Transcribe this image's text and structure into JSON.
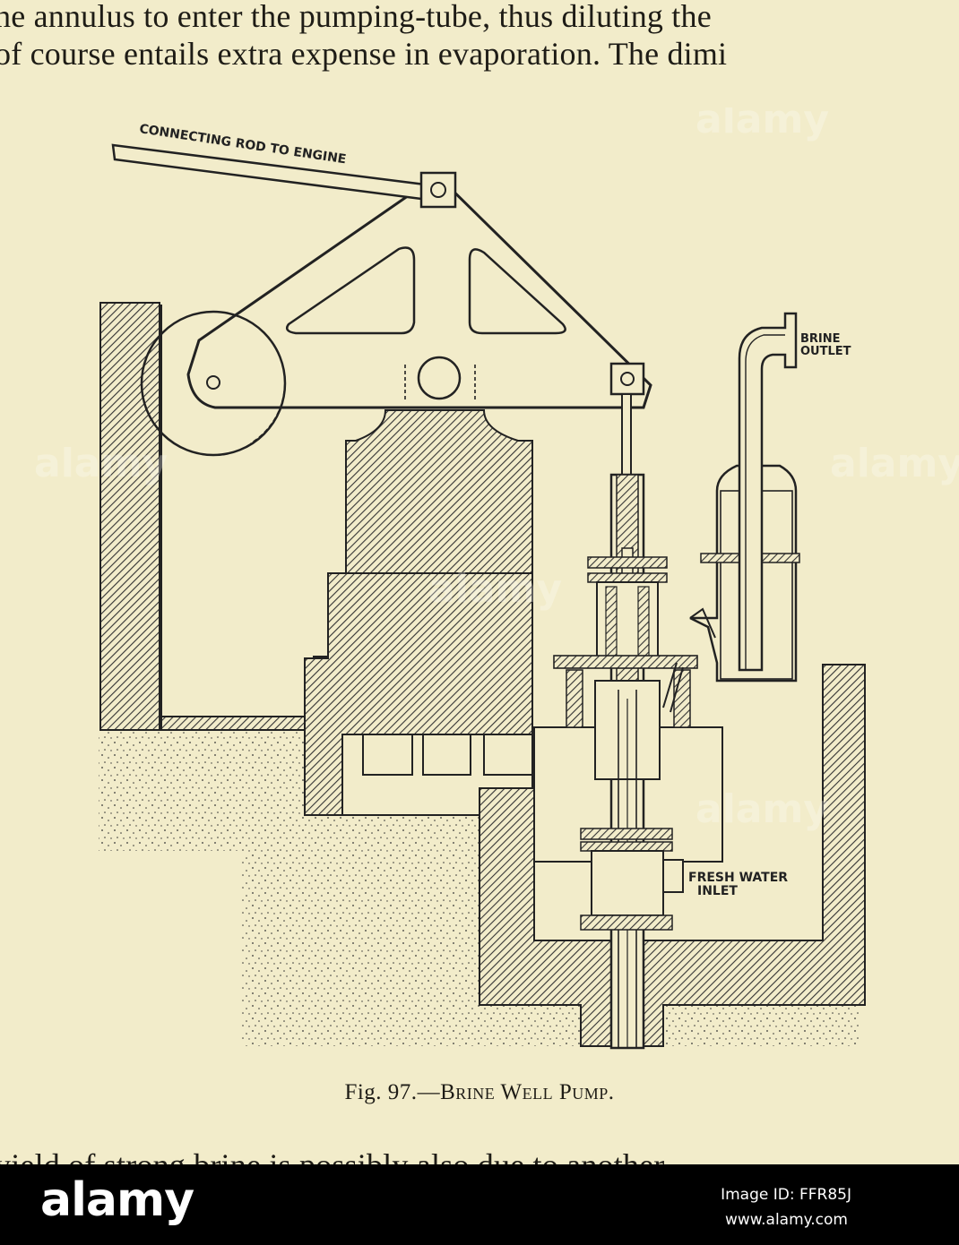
{
  "page": {
    "top_text": [
      "he annulus to enter the pumping-tube, thus diluting the",
      "of course entails extra expense in evaporation.  The dimi"
    ],
    "bottom_text": "yield of strong brine is possibly also due to another"
  },
  "figure": {
    "labels": {
      "connecting_rod": "CONNECTING ROD TO ENGINE",
      "brine_outlet_1": "BRINE",
      "brine_outlet_2": "OUTLET",
      "fresh_water_1": "FRESH WATER",
      "fresh_water_2": "INLET"
    },
    "caption_prefix": "Fig. 97.",
    "caption_dash": "—",
    "caption_title": "Brine Well Pump."
  },
  "watermark": "alamy",
  "stock_bar": {
    "logo": "alamy",
    "image_id": "Image ID: FFR85J",
    "url": "www.alamy.com"
  }
}
